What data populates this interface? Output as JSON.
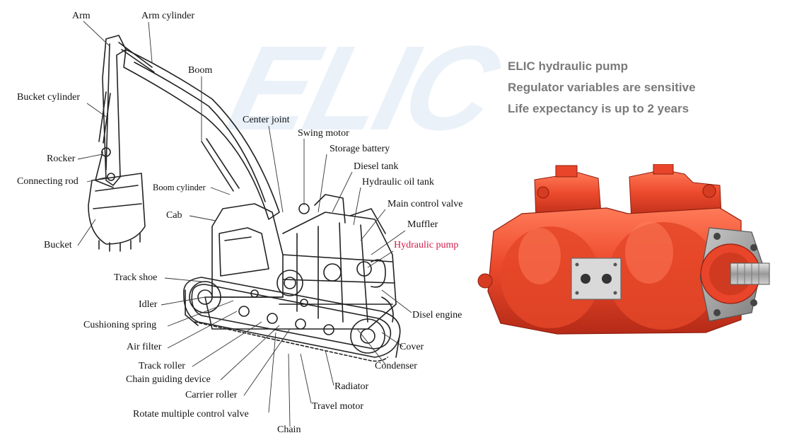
{
  "watermark": "ELIC",
  "info_lines": [
    "ELIC hydraulic pump",
    "Regulator variables are sensitive",
    "Life expectancy is up to 2 years"
  ],
  "labels": {
    "arm": "Arm",
    "arm_cylinder": "Arm cylinder",
    "boom": "Boom",
    "bucket_cylinder": "Bucket cylinder",
    "center_joint": "Center joint",
    "swing_motor": "Swing motor",
    "storage_battery": "Storage battery",
    "rocker": "Rocker",
    "diesel_tank": "Diesel tank",
    "connecting_rod": "Connecting rod",
    "boom_cylinder": "Boom cylinder",
    "hydraulic_oil_tank": "Hydraulic oil tank",
    "main_control_valve": "Main control valve",
    "cab": "Cab",
    "muffler": "Muffler",
    "bucket": "Bucket",
    "hydraulic_pump": "Hydraulic pump",
    "track_shoe": "Track shoe",
    "idler": "Idler",
    "disel_engine": "Disel engine",
    "cushioning_spring": "Cushioning spring",
    "air_filter": "Air filter",
    "cover": "Cover",
    "track_roller": "Track roller",
    "condenser": "Condenser",
    "chain_guiding_device": "Chain guiding device",
    "radiator": "Radiator",
    "carrier_roller": "Carrier roller",
    "travel_motor": "Travel motor",
    "rotate_multiple_control_valve": "Rotate multiple control valve",
    "chain": "Chain"
  },
  "colors": {
    "pump_body": "#e8452a",
    "pump_shadow": "#b52a17",
    "pump_highlight": "#ff6e4e",
    "label_highlight": "#d11a4a",
    "info_text": "#7a7a7a"
  }
}
